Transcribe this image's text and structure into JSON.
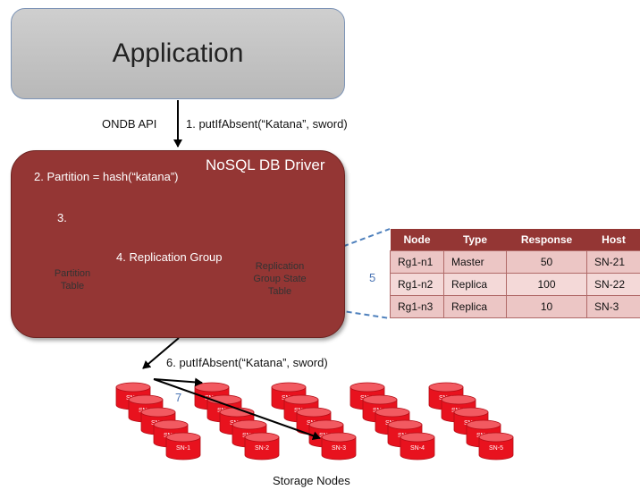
{
  "application": {
    "title": "Application"
  },
  "arrows": {
    "api_label": "ONDB API",
    "step1": "1. putIfAbsent(“Katana”, sword)",
    "step6": "6. putIfAbsent(“Katana”, sword)",
    "step7": "7",
    "step5": "5"
  },
  "driver": {
    "title": "NoSQL DB Driver",
    "step2": "2. Partition = hash(“katana”)",
    "step3": "3.",
    "step4": "4. Replication Group",
    "partition_table": [
      "Partition",
      "Table"
    ],
    "rg_state_table": [
      "Replication",
      "Group State",
      "Table"
    ]
  },
  "rg_table": {
    "columns": [
      "Node",
      "Type",
      "Response",
      "Host"
    ],
    "rows": [
      [
        "Rg1-n1",
        "Master",
        "50",
        "SN-21"
      ],
      [
        "Rg1-n2",
        "Replica",
        "100",
        "SN-22"
      ],
      [
        "Rg1-n3",
        "Replica",
        "10",
        "SN-3"
      ]
    ]
  },
  "storage": {
    "label": "Storage Nodes",
    "stacks": [
      {
        "name": "SN-1",
        "stack_label": "SN-1"
      },
      {
        "name": "SN-2",
        "stack_label": "SN-1"
      },
      {
        "name": "SN-3",
        "stack_label": "SN-1"
      },
      {
        "name": "SN-4",
        "stack_label": "SN-1"
      },
      {
        "name": "SN-5",
        "stack_label": "SN-1"
      }
    ]
  },
  "colors": {
    "driver": "#943634",
    "cylinder": "#e8121e",
    "table_header": "#943634",
    "link_dash": "#4f81bd"
  }
}
